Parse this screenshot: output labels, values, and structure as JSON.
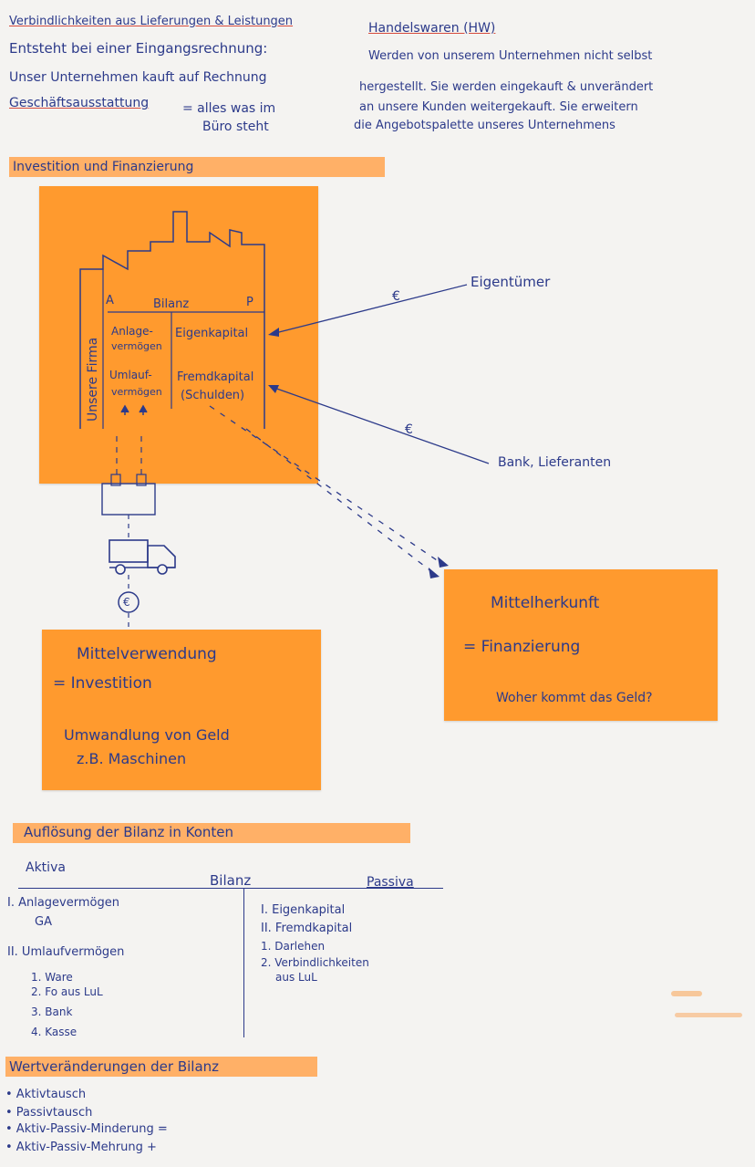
{
  "top_left": {
    "heading": "Verbindlichkeiten aus Lieferungen & Leistungen",
    "line1": "Entsteht bei einer Eingangsrechnung:",
    "line2": "Unser Unternehmen kauft auf Rechnung",
    "line3": "Geschäftsausstattung",
    "line3_rest": "= alles was im",
    "line4": "Büro steht"
  },
  "top_right": {
    "heading": "Handelswaren (HW)",
    "line1": "Werden von unserem Unternehmen nicht selbst",
    "line2": "hergestellt. Sie werden eingekauft & unverändert",
    "line3": "an unsere Kunden weitergekauft. Sie erweitern",
    "line4": "die Angebotspalette unseres Unternehmens"
  },
  "section1": {
    "title": "Investition und Finanzierung"
  },
  "diagram": {
    "firm_label": "Unsere Firma",
    "bilanz_title": "Bilanz",
    "a": "A",
    "p": "P",
    "anlage": "Anlage-",
    "anlage2": "vermögen",
    "eigen": "Eigenkapital",
    "umlauf": "Umlauf-",
    "umlauf2": "vermögen",
    "fremd": "Fremdkapital",
    "schulden": "(Schulden)",
    "euro": "€",
    "owner": "Eigentümer",
    "bank": "Bank, Lieferanten"
  },
  "sticky_left": {
    "line1": "Mittelverwendung",
    "line2": "= Investition",
    "line3": "Umwandlung von Geld",
    "line4": "z.B. Maschinen"
  },
  "sticky_right": {
    "line1": "Mittelherkunft",
    "line2": "= Finanzierung",
    "line3": "Woher kommt das Geld?"
  },
  "section2": {
    "title": "Auflösung der Bilanz in Konten"
  },
  "bilanz_table": {
    "aktiva": "Aktiva",
    "title": "Bilanz",
    "passiva": "Passiva",
    "left": [
      "I. Anlagevermögen",
      "GA",
      "II. Umlaufvermögen",
      "1. Ware",
      "2. Fo aus LuL",
      "3. Bank",
      "4. Kasse"
    ],
    "right": [
      "I. Eigenkapital",
      "II. Fremdkapital",
      "1. Darlehen",
      "2. Verbindlichkeiten",
      "aus LuL"
    ]
  },
  "section3": {
    "title": "Wertveränderungen der Bilanz"
  },
  "changes": [
    "• Aktivtausch",
    "• Passivtausch",
    "• Aktiv-Passiv-Minderung =",
    "• Aktiv-Passiv-Mehrung +"
  ],
  "colors": {
    "ink": "#2c3a8a",
    "orange": "#ff9a2e",
    "highlight": "#ffb067",
    "paper": "#f4f3f1"
  }
}
